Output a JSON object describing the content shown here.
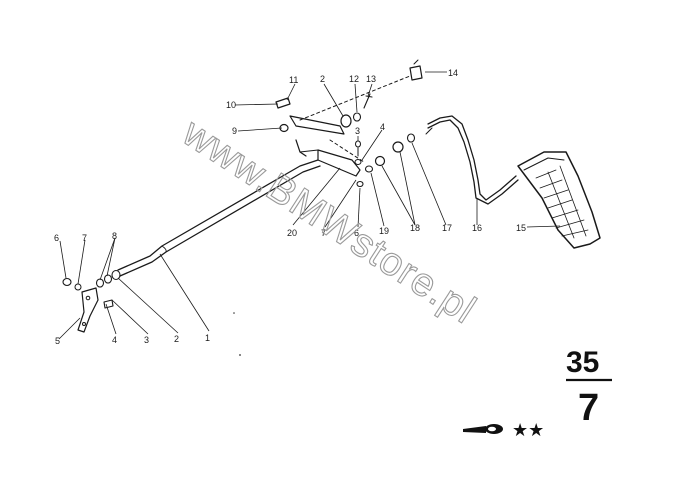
{
  "watermark": "www.BMWstore.pl",
  "group": {
    "main": "35",
    "sub": "7"
  },
  "symbols": {
    "stars": "★★"
  },
  "parts": [
    {
      "id": "p1",
      "text": "1"
    },
    {
      "id": "p2",
      "text": "2"
    },
    {
      "id": "p3",
      "text": "3"
    },
    {
      "id": "p4",
      "text": "4"
    },
    {
      "id": "p5",
      "text": "5"
    },
    {
      "id": "p6",
      "text": "6"
    },
    {
      "id": "p7",
      "text": "7"
    },
    {
      "id": "p8",
      "text": "8"
    },
    {
      "id": "p2b",
      "text": "2"
    },
    {
      "id": "p3b",
      "text": "3"
    },
    {
      "id": "p4b",
      "text": "4"
    },
    {
      "id": "p6b",
      "text": "6"
    },
    {
      "id": "p7b",
      "text": "7"
    },
    {
      "id": "p9",
      "text": "9"
    },
    {
      "id": "p10",
      "text": "10"
    },
    {
      "id": "p11",
      "text": "11"
    },
    {
      "id": "p12",
      "text": "12"
    },
    {
      "id": "p13",
      "text": "13"
    },
    {
      "id": "p14",
      "text": "14"
    },
    {
      "id": "p15",
      "text": "15"
    },
    {
      "id": "p16",
      "text": "16"
    },
    {
      "id": "p17",
      "text": "17"
    },
    {
      "id": "p18",
      "text": "18"
    },
    {
      "id": "p19",
      "text": "19"
    },
    {
      "id": "p20",
      "text": "20"
    }
  ]
}
